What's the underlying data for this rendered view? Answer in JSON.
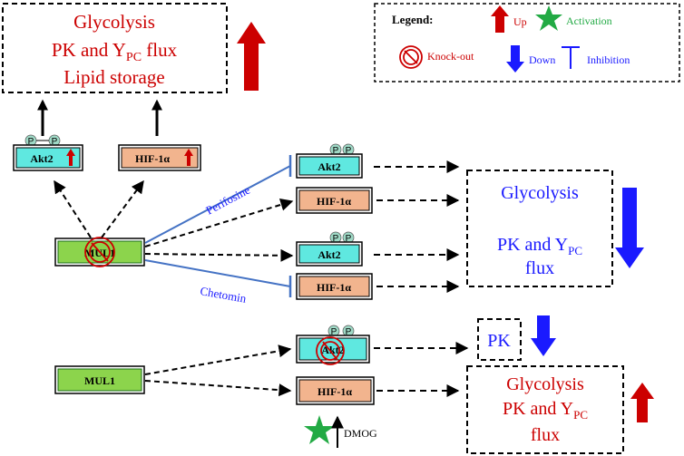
{
  "top_result": {
    "lines": [
      "Glycolysis",
      "PK and Y",
      "Lipid storage"
    ],
    "subscript": "PC",
    "suffix": " flux"
  },
  "legend": {
    "title": "Legend:",
    "up": "Up",
    "activation": "Activation",
    "knockout": "Knock-out",
    "down": "Down",
    "inhibition": "Inhibition"
  },
  "nodes": {
    "akt2": "Akt2",
    "hif1a": "HIF-1α",
    "mul1": "MUL1",
    "p": "P"
  },
  "drugs": {
    "perifosine": "Perifosine",
    "chetomin": "Chetomin",
    "dmog": "DMOG"
  },
  "middle_result": {
    "line1": "Glycolysis",
    "line2": "PK and Y",
    "subscript": "PC",
    "line3": "flux"
  },
  "pk_result": "PK",
  "bottom_result": {
    "line1": "Glycolysis",
    "line2": "PK and Y",
    "subscript": "PC",
    "line3": "flux"
  },
  "colors": {
    "red": "#cc0000",
    "blue": "#1a1aff",
    "green": "#22aa44",
    "akt2_fill": "#5fe8e0",
    "hif_fill": "#f2b48e",
    "mul1_fill": "#8cd44c",
    "inhibit_line": "#4472c4",
    "p_fill": "#9fd9c6"
  }
}
